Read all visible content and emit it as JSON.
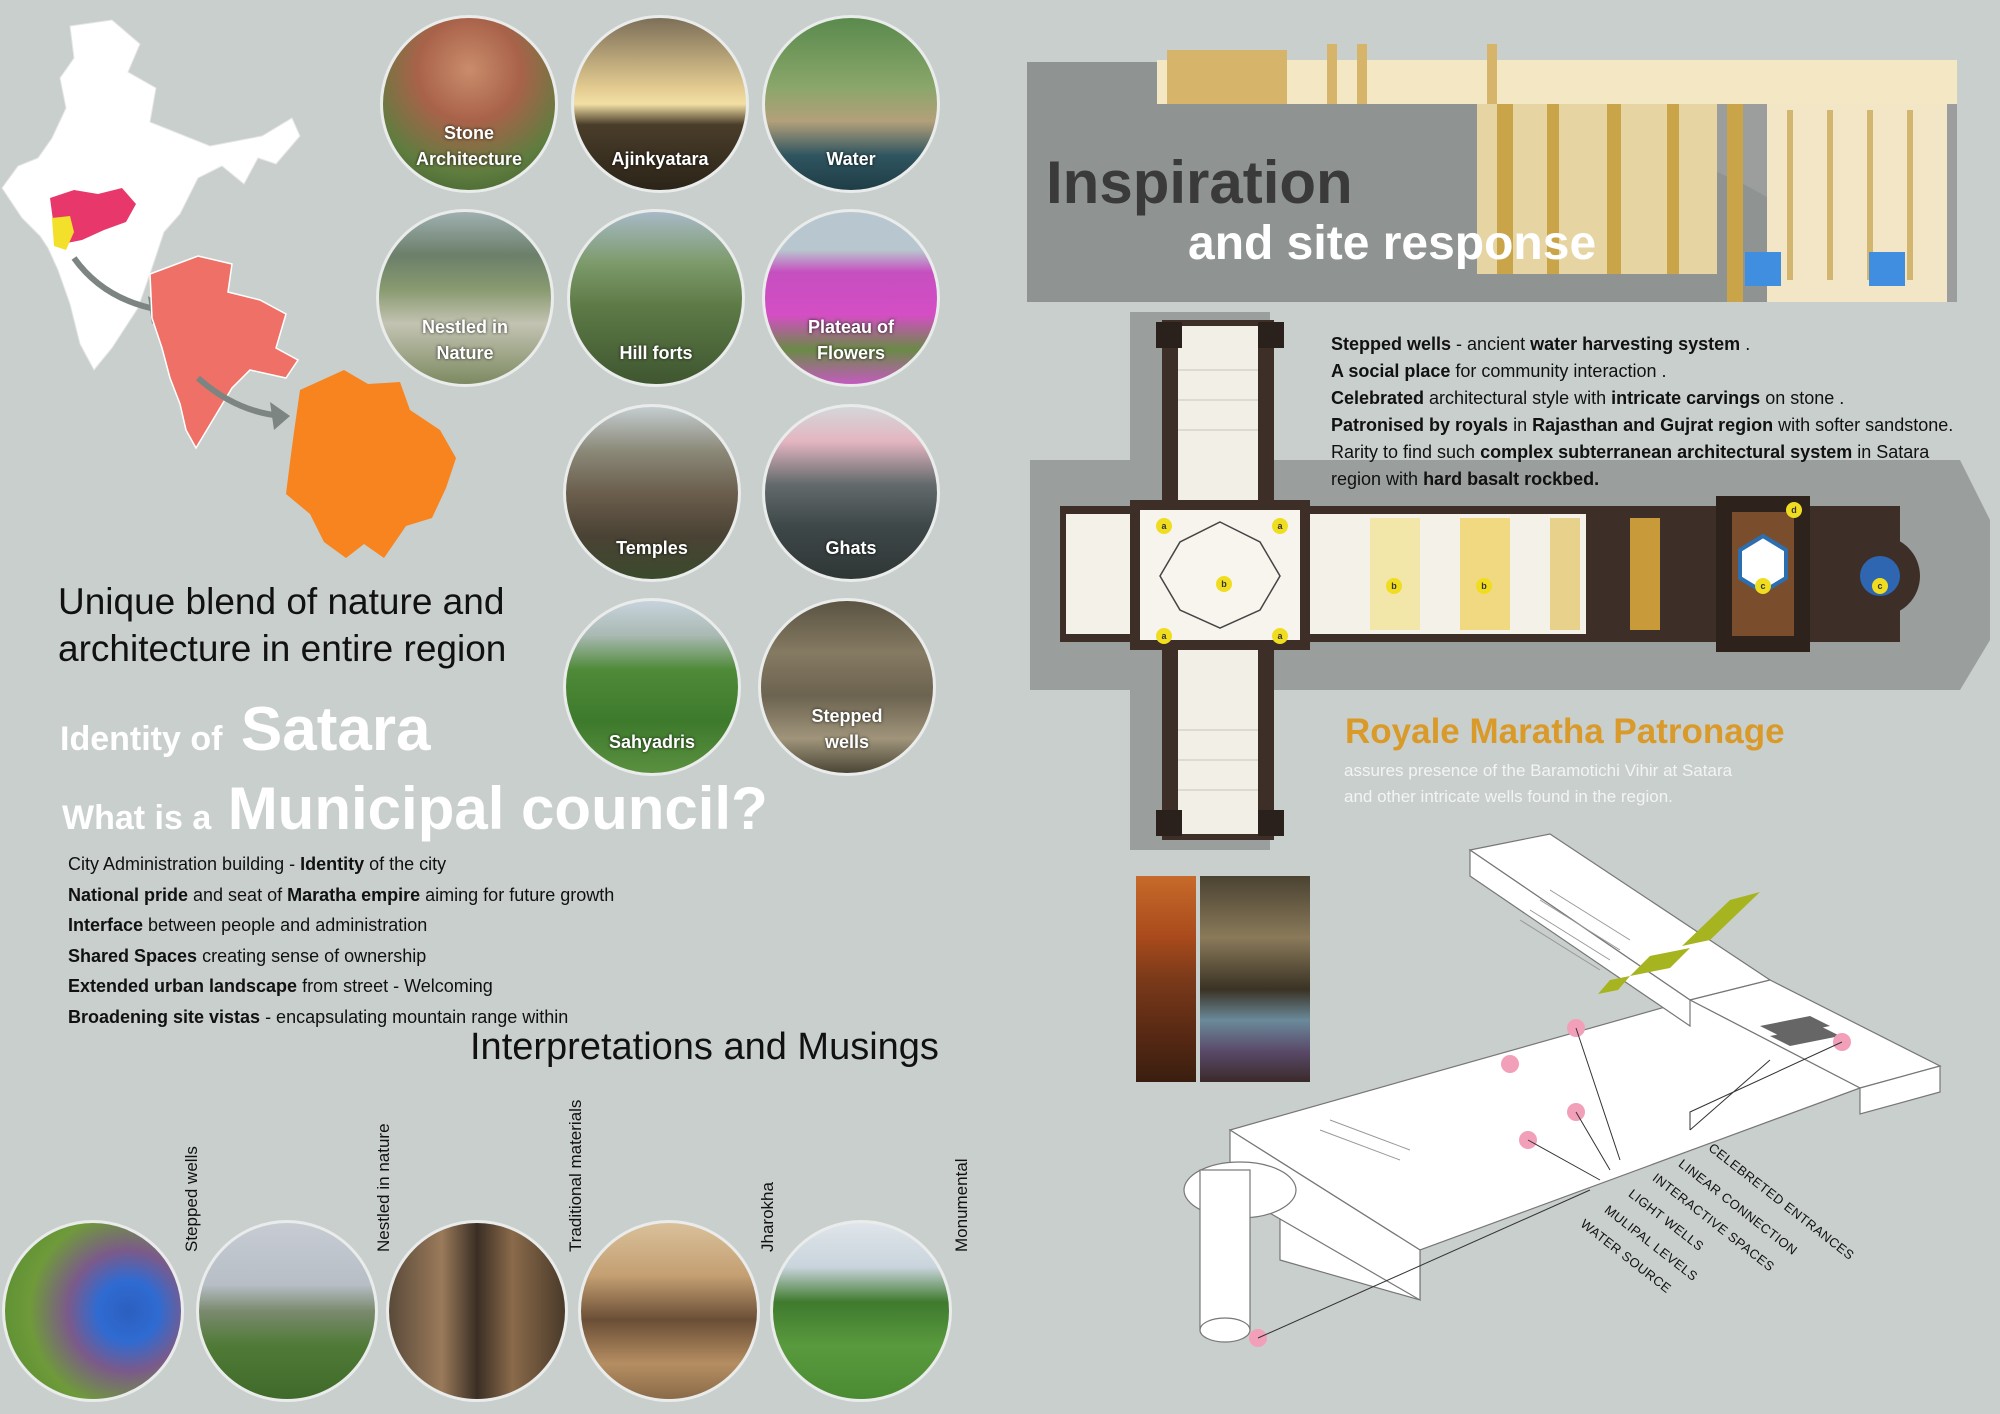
{
  "left": {
    "circles": [
      {
        "label": "Stone Architecture"
      },
      {
        "label": "Ajinkyatara"
      },
      {
        "label": "Water"
      },
      {
        "label": "Nestled in Nature"
      },
      {
        "label": "Hill forts"
      },
      {
        "label": "Plateau of Flowers"
      },
      {
        "label": "Temples"
      },
      {
        "label": "Ghats"
      },
      {
        "label": "Sahyadris"
      },
      {
        "label": "Stepped wells"
      }
    ],
    "heading_blend_line1": "Unique blend of nature  and",
    "heading_blend_line2": "architecture in entire region",
    "identity_small": "Identity of",
    "identity_big": "Satara",
    "question_small": "What is a",
    "question_big": "Municipal council?",
    "points": [
      {
        "pre": "City Administration building -  ",
        "b": "Identity",
        "post": " of the city"
      },
      {
        "pre": "",
        "b": "National pride",
        "post": " and seat of ",
        "b2": "Maratha empire",
        "post2": " aiming for future growth"
      },
      {
        "pre": "",
        "b": "Interface",
        "post": " between people and administration"
      },
      {
        "pre": "",
        "b": "Shared Spaces",
        "post": " creating sense of ownership"
      },
      {
        "pre": "",
        "b": "Extended urban landscape",
        "post": " from street - Welcoming"
      },
      {
        "pre": "",
        "b": "Broadening site vistas",
        "post": " - encapsulating mountain range within"
      }
    ],
    "musings_title": "Interpretations and Musings",
    "musings": [
      {
        "label": "Stepped wells"
      },
      {
        "label": "Nestled in nature"
      },
      {
        "label": "Traditional materials"
      },
      {
        "label": "Jharokha"
      },
      {
        "label": "Monumental"
      }
    ]
  },
  "right": {
    "title_line1": "Inspiration",
    "title_line2": "and site response",
    "stepwell_points": [
      {
        "b": "Stepped wells",
        "t": " - ancient ",
        "b2": "water harvesting system",
        "t2": " ."
      },
      {
        "b": "A social place",
        "t": " for community interaction .",
        "b2": "",
        "t2": ""
      },
      {
        "b": "Celebrated",
        "t": " architectural style with ",
        "b2": "intricate carvings",
        "t2": " on stone ."
      },
      {
        "b": "Patronised by royals",
        "t": " in ",
        "b2": "Rajasthan and Gujrat region",
        "t2": " with softer sandstone."
      },
      {
        "b": "",
        "t": "Rarity to find such ",
        "b2": "complex subterranean architectural system",
        "t2": " in Satara"
      },
      {
        "b": "",
        "t": "region with ",
        "b2": "hard basalt rockbed.",
        "t2": ""
      }
    ],
    "patronage_title": "Royale Maratha Patronage",
    "patronage_line1": "assures presence of the Baramotichi Vihir at Satara",
    "patronage_line2": "and other intricate wells found in the region.",
    "plan_markers": [
      "a",
      "a",
      "a",
      "a",
      "b",
      "b",
      "b",
      "c",
      "c",
      "d"
    ],
    "axo_labels": [
      "CELEBRETED ENTRANCES",
      "LINEAR CONNECTION",
      "INTERACTIVE SPACES",
      "LIGHT WELLS",
      "MULIPAL LEVELS",
      "WATER SOURCE"
    ]
  },
  "colors": {
    "background": "#c9cfcc",
    "accent_orange": "#f7841f",
    "maharashtra_pink": "#ee7067",
    "patronage_gold": "#d99a2a",
    "marker_yellow": "#f1dd1f",
    "axo_green": "#a6b41f",
    "axo_pink": "#f2a0b9"
  }
}
